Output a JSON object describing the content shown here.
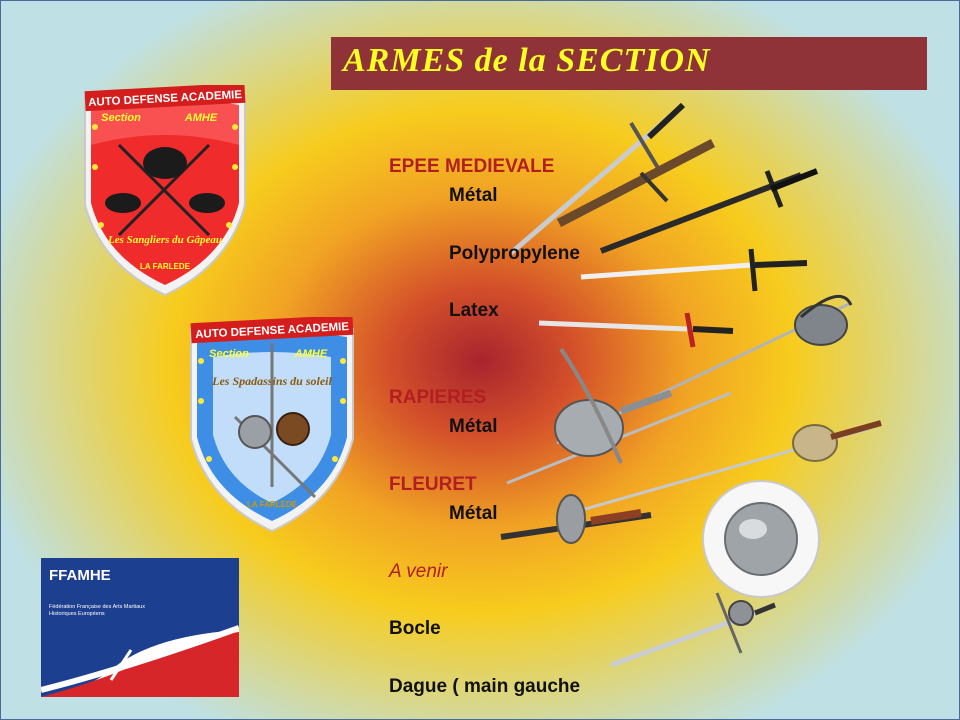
{
  "title": "ARMES de la SECTION",
  "crest_red": {
    "banner": "AUTO DEFENSE ACADEMIE",
    "section": "Section",
    "club": "AMHE",
    "motto": "Les Sangliers du Gâpeau",
    "place": "LA FARLEDE"
  },
  "crest_blue": {
    "banner": "AUTO DEFENSE ACADEMIE",
    "section": "Section",
    "club": "AMHE",
    "motto": "Les Spadassins du soleil",
    "place": "LA FARLEDE"
  },
  "ffamhe": {
    "name": "FFAMHE",
    "full_name": "Fédération Française des Arts Martiaux Historiques Européens"
  },
  "weapons": {
    "epee_header": "EPEE MEDIEVALE",
    "epee_metal": "Métal",
    "epee_poly": "Polypropylene",
    "epee_latex": "Latex",
    "rapieres_header": "RAPIERES",
    "rapieres_metal": "Métal",
    "fleuret_header": "FLEURET",
    "fleuret_metal": "Métal",
    "a_venir": "A venir",
    "bocle": "Bocle",
    "dague": "Dague ( main gauche"
  },
  "colors": {
    "title_bg": "#8f3338",
    "title_text": "#ffff26",
    "header_red": "#b21e22"
  }
}
